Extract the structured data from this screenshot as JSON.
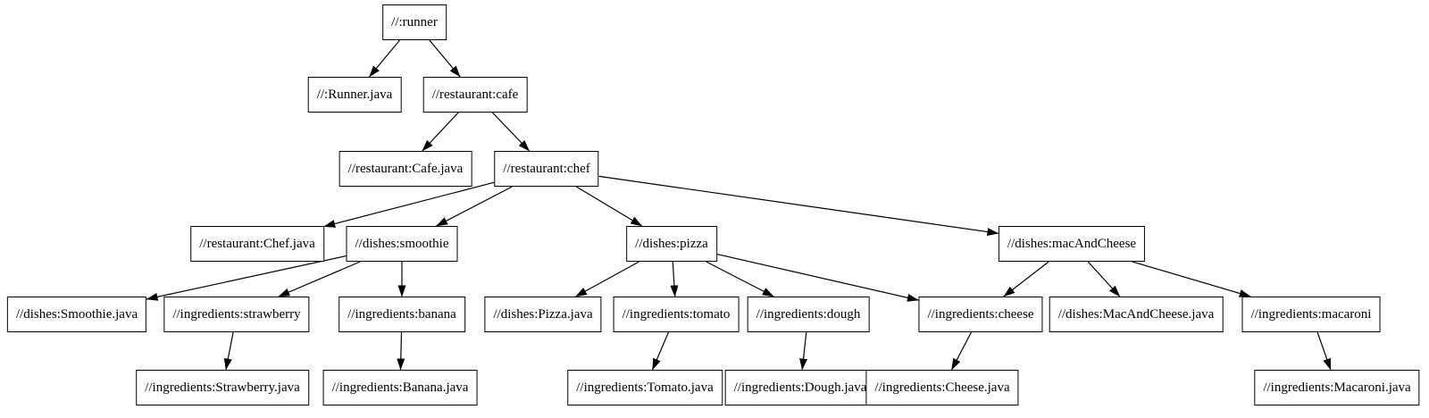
{
  "graph": {
    "background": "#ffffff",
    "node_fill": "#ffffff",
    "node_border_color": "#000000",
    "text_color": "#000000",
    "edge_color": "#000000",
    "nodes": [
      {
        "id": "runner",
        "label": "//:runner"
      },
      {
        "id": "runner-java",
        "label": "//:Runner.java"
      },
      {
        "id": "cafe",
        "label": "//restaurant:cafe"
      },
      {
        "id": "cafe-java",
        "label": "//restaurant:Cafe.java"
      },
      {
        "id": "chef",
        "label": "//restaurant:chef"
      },
      {
        "id": "chef-java",
        "label": "//restaurant:Chef.java"
      },
      {
        "id": "smoothie",
        "label": "//dishes:smoothie"
      },
      {
        "id": "pizza",
        "label": "//dishes:pizza"
      },
      {
        "id": "mac-and-cheese",
        "label": "//dishes:macAndCheese"
      },
      {
        "id": "smoothie-java",
        "label": "//dishes:Smoothie.java"
      },
      {
        "id": "strawberry",
        "label": "//ingredients:strawberry"
      },
      {
        "id": "banana",
        "label": "//ingredients:banana"
      },
      {
        "id": "pizza-java",
        "label": "//dishes:Pizza.java"
      },
      {
        "id": "tomato",
        "label": "//ingredients:tomato"
      },
      {
        "id": "dough",
        "label": "//ingredients:dough"
      },
      {
        "id": "cheese",
        "label": "//ingredients:cheese"
      },
      {
        "id": "mac-and-cheese-java",
        "label": "//dishes:MacAndCheese.java"
      },
      {
        "id": "macaroni",
        "label": "//ingredients:macaroni"
      },
      {
        "id": "strawberry-java",
        "label": "//ingredients:Strawberry.java"
      },
      {
        "id": "banana-java",
        "label": "//ingredients:Banana.java"
      },
      {
        "id": "tomato-java",
        "label": "//ingredients:Tomato.java"
      },
      {
        "id": "dough-java",
        "label": "//ingredients:Dough.java"
      },
      {
        "id": "cheese-java",
        "label": "//ingredients:Cheese.java"
      },
      {
        "id": "macaroni-java",
        "label": "//ingredients:Macaroni.java"
      }
    ],
    "edges": [
      {
        "from": "runner",
        "to": "runner-java"
      },
      {
        "from": "runner",
        "to": "cafe"
      },
      {
        "from": "cafe",
        "to": "cafe-java"
      },
      {
        "from": "cafe",
        "to": "chef"
      },
      {
        "from": "chef",
        "to": "chef-java"
      },
      {
        "from": "chef",
        "to": "smoothie"
      },
      {
        "from": "chef",
        "to": "pizza"
      },
      {
        "from": "chef",
        "to": "mac-and-cheese"
      },
      {
        "from": "smoothie",
        "to": "smoothie-java"
      },
      {
        "from": "smoothie",
        "to": "strawberry"
      },
      {
        "from": "smoothie",
        "to": "banana"
      },
      {
        "from": "strawberry",
        "to": "strawberry-java"
      },
      {
        "from": "banana",
        "to": "banana-java"
      },
      {
        "from": "pizza",
        "to": "pizza-java"
      },
      {
        "from": "pizza",
        "to": "tomato"
      },
      {
        "from": "pizza",
        "to": "dough"
      },
      {
        "from": "pizza",
        "to": "cheese"
      },
      {
        "from": "mac-and-cheese",
        "to": "cheese"
      },
      {
        "from": "mac-and-cheese",
        "to": "mac-and-cheese-java"
      },
      {
        "from": "mac-and-cheese",
        "to": "macaroni"
      },
      {
        "from": "tomato",
        "to": "tomato-java"
      },
      {
        "from": "dough",
        "to": "dough-java"
      },
      {
        "from": "cheese",
        "to": "cheese-java"
      },
      {
        "from": "macaroni",
        "to": "macaroni-java"
      }
    ]
  }
}
